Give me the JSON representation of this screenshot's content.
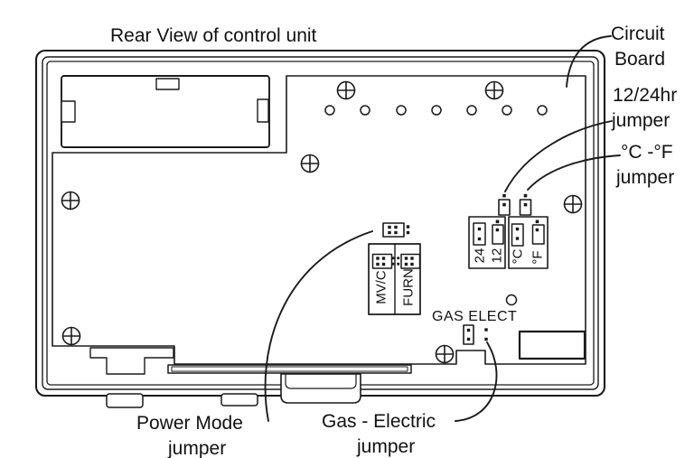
{
  "title": "Rear View of control unit",
  "callouts": {
    "circuit_board_line1": "Circuit",
    "circuit_board_line2": "Board",
    "hr_jumper_line1": "12/24hr",
    "hr_jumper_line2": "jumper",
    "cf_jumper_line1": "°C -°F",
    "cf_jumper_line2": "jumper",
    "power_mode_line1": "Power Mode",
    "power_mode_line2": "jumper",
    "gas_electric_line1": "Gas - Electric",
    "gas_electric_line2": "jumper"
  },
  "board_labels": {
    "gas_elect": "GAS ELECT",
    "hr24": "24",
    "hr12": "12",
    "celsius": "°C",
    "fahrenheit": "°F",
    "mvc": "MV/C",
    "furn": "FURN"
  },
  "colors": {
    "line": "#1a1a1a",
    "background": "#ffffff"
  }
}
